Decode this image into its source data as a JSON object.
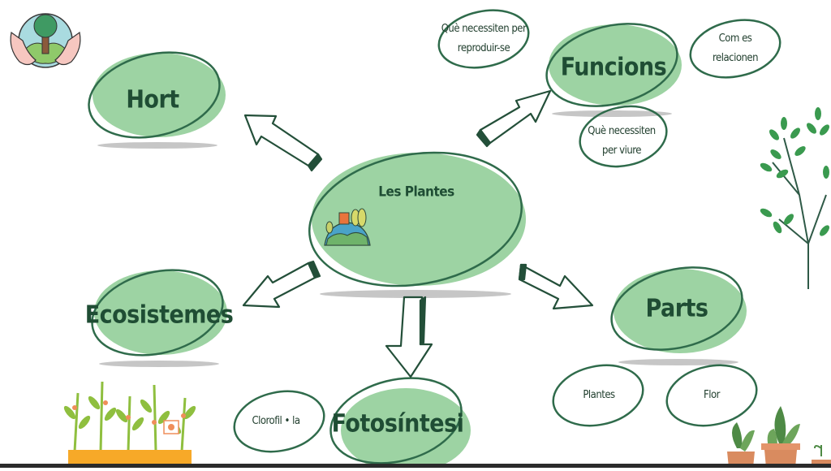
{
  "diagram": {
    "type": "mind-map",
    "central": {
      "label": "Les Plantes",
      "icon": "earth-with-trees-icon"
    },
    "branches": [
      {
        "id": "hort",
        "label": "Hort",
        "subtopics": []
      },
      {
        "id": "funcions",
        "label": "Funcions",
        "subtopics": [
          "Què necessiten per reproduir-se",
          "Com es relacionen",
          "Què necessiten per viure"
        ]
      },
      {
        "id": "ecosistemes",
        "label": "Ecosistemes",
        "subtopics": []
      },
      {
        "id": "fotosintesi",
        "label": "Fotosíntesi",
        "subtopics": [
          "Clorofil • la"
        ]
      },
      {
        "id": "parts",
        "label": "Parts",
        "subtopics": [
          "Plantes",
          "Flor"
        ]
      }
    ]
  },
  "labels": {
    "central": "Les Plantes",
    "hort": "Hort",
    "funcions": "Funcions",
    "ecosistemes": "Ecosistemes",
    "fotosintesi": "Fotosíntesi",
    "parts": "Parts",
    "reproduir_line1": "Què necessiten per",
    "reproduir_line2": "reproduir-se",
    "relacionen_line1": "Com es",
    "relacionen_line2": "relacionen",
    "viure_line1": "Què necessiten",
    "viure_line2": "per viure",
    "clorofil": "Clorofil • la",
    "plantes": "Plantes",
    "flor": "Flor"
  },
  "icons": {
    "logo": "hands-holding-tree-icon",
    "central": "earth-with-trees-icon",
    "branch": "leafy-branch-icon",
    "planter": "flower-planter-icon",
    "pots": "potted-plants-icon",
    "arrows": "sketched-arrow-icon"
  },
  "colors": {
    "fill": "#9dd3a3",
    "stroke": "#2f6b4b",
    "text": "#1f4d34",
    "shadow": "#c9c9c9",
    "leaf": "#3a9a4f",
    "planter": "#f7a928",
    "pot": "#d98b5f"
  }
}
